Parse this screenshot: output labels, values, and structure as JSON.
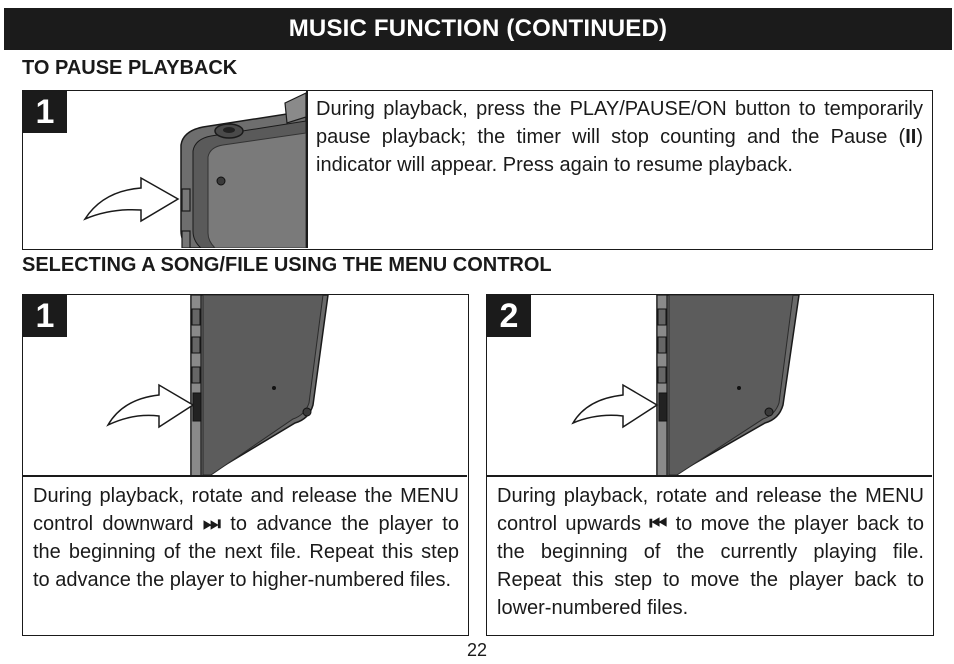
{
  "banner": {
    "title": "MUSIC FUNCTION (CONTINUED)"
  },
  "pause_section": {
    "heading": "TO PAUSE PLAYBACK",
    "step": {
      "number": "1",
      "text_before": "During playback, press the PLAY/PAUSE/ON button to temporarily pause playback; the timer will stop counting and the Pause (",
      "pause_symbol": "II",
      "text_after": ") indicator will appear. Press again to resume playback."
    }
  },
  "menu_section": {
    "heading": "SELECTING A SONG/FILE USING THE MENU CONTROL",
    "steps": [
      {
        "number": "1",
        "text_before": "During playback, rotate and release the MENU control downward ",
        "symbol": "⏭",
        "text_after": " to advance the player to the beginning of the next file. Repeat this step to advance the player to higher-numbered files."
      },
      {
        "number": "2",
        "text_before": "During playback, rotate and release the MENU control upwards ",
        "symbol": "⏮",
        "text_after": " to move the player back to the beginning of the currently playing file. Repeat this step to move the player back to lower-numbered files."
      }
    ]
  },
  "footer": {
    "page_number": "22"
  }
}
